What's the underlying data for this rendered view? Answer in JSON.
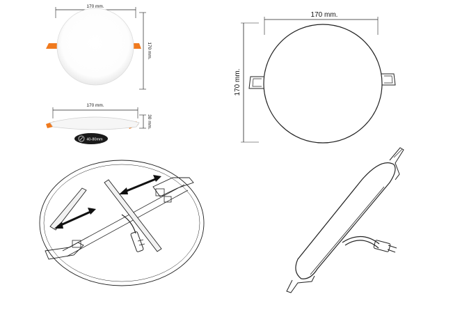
{
  "labels": {
    "top_width": "170 mm.",
    "top_height": "170 mm.",
    "side_width": "170 mm.",
    "side_depth": "30 mm.",
    "cutout_range": "40-80mm",
    "large_width": "170 mm.",
    "large_height": "170 mm."
  },
  "colors": {
    "clip_orange": "#f07a1e",
    "line": "#222222",
    "badge": "#1a1a1a",
    "fill_light": "#fbfbfb"
  },
  "icons": [
    "spring-clip-icon",
    "double-arrow-icon",
    "connector-icon"
  ]
}
